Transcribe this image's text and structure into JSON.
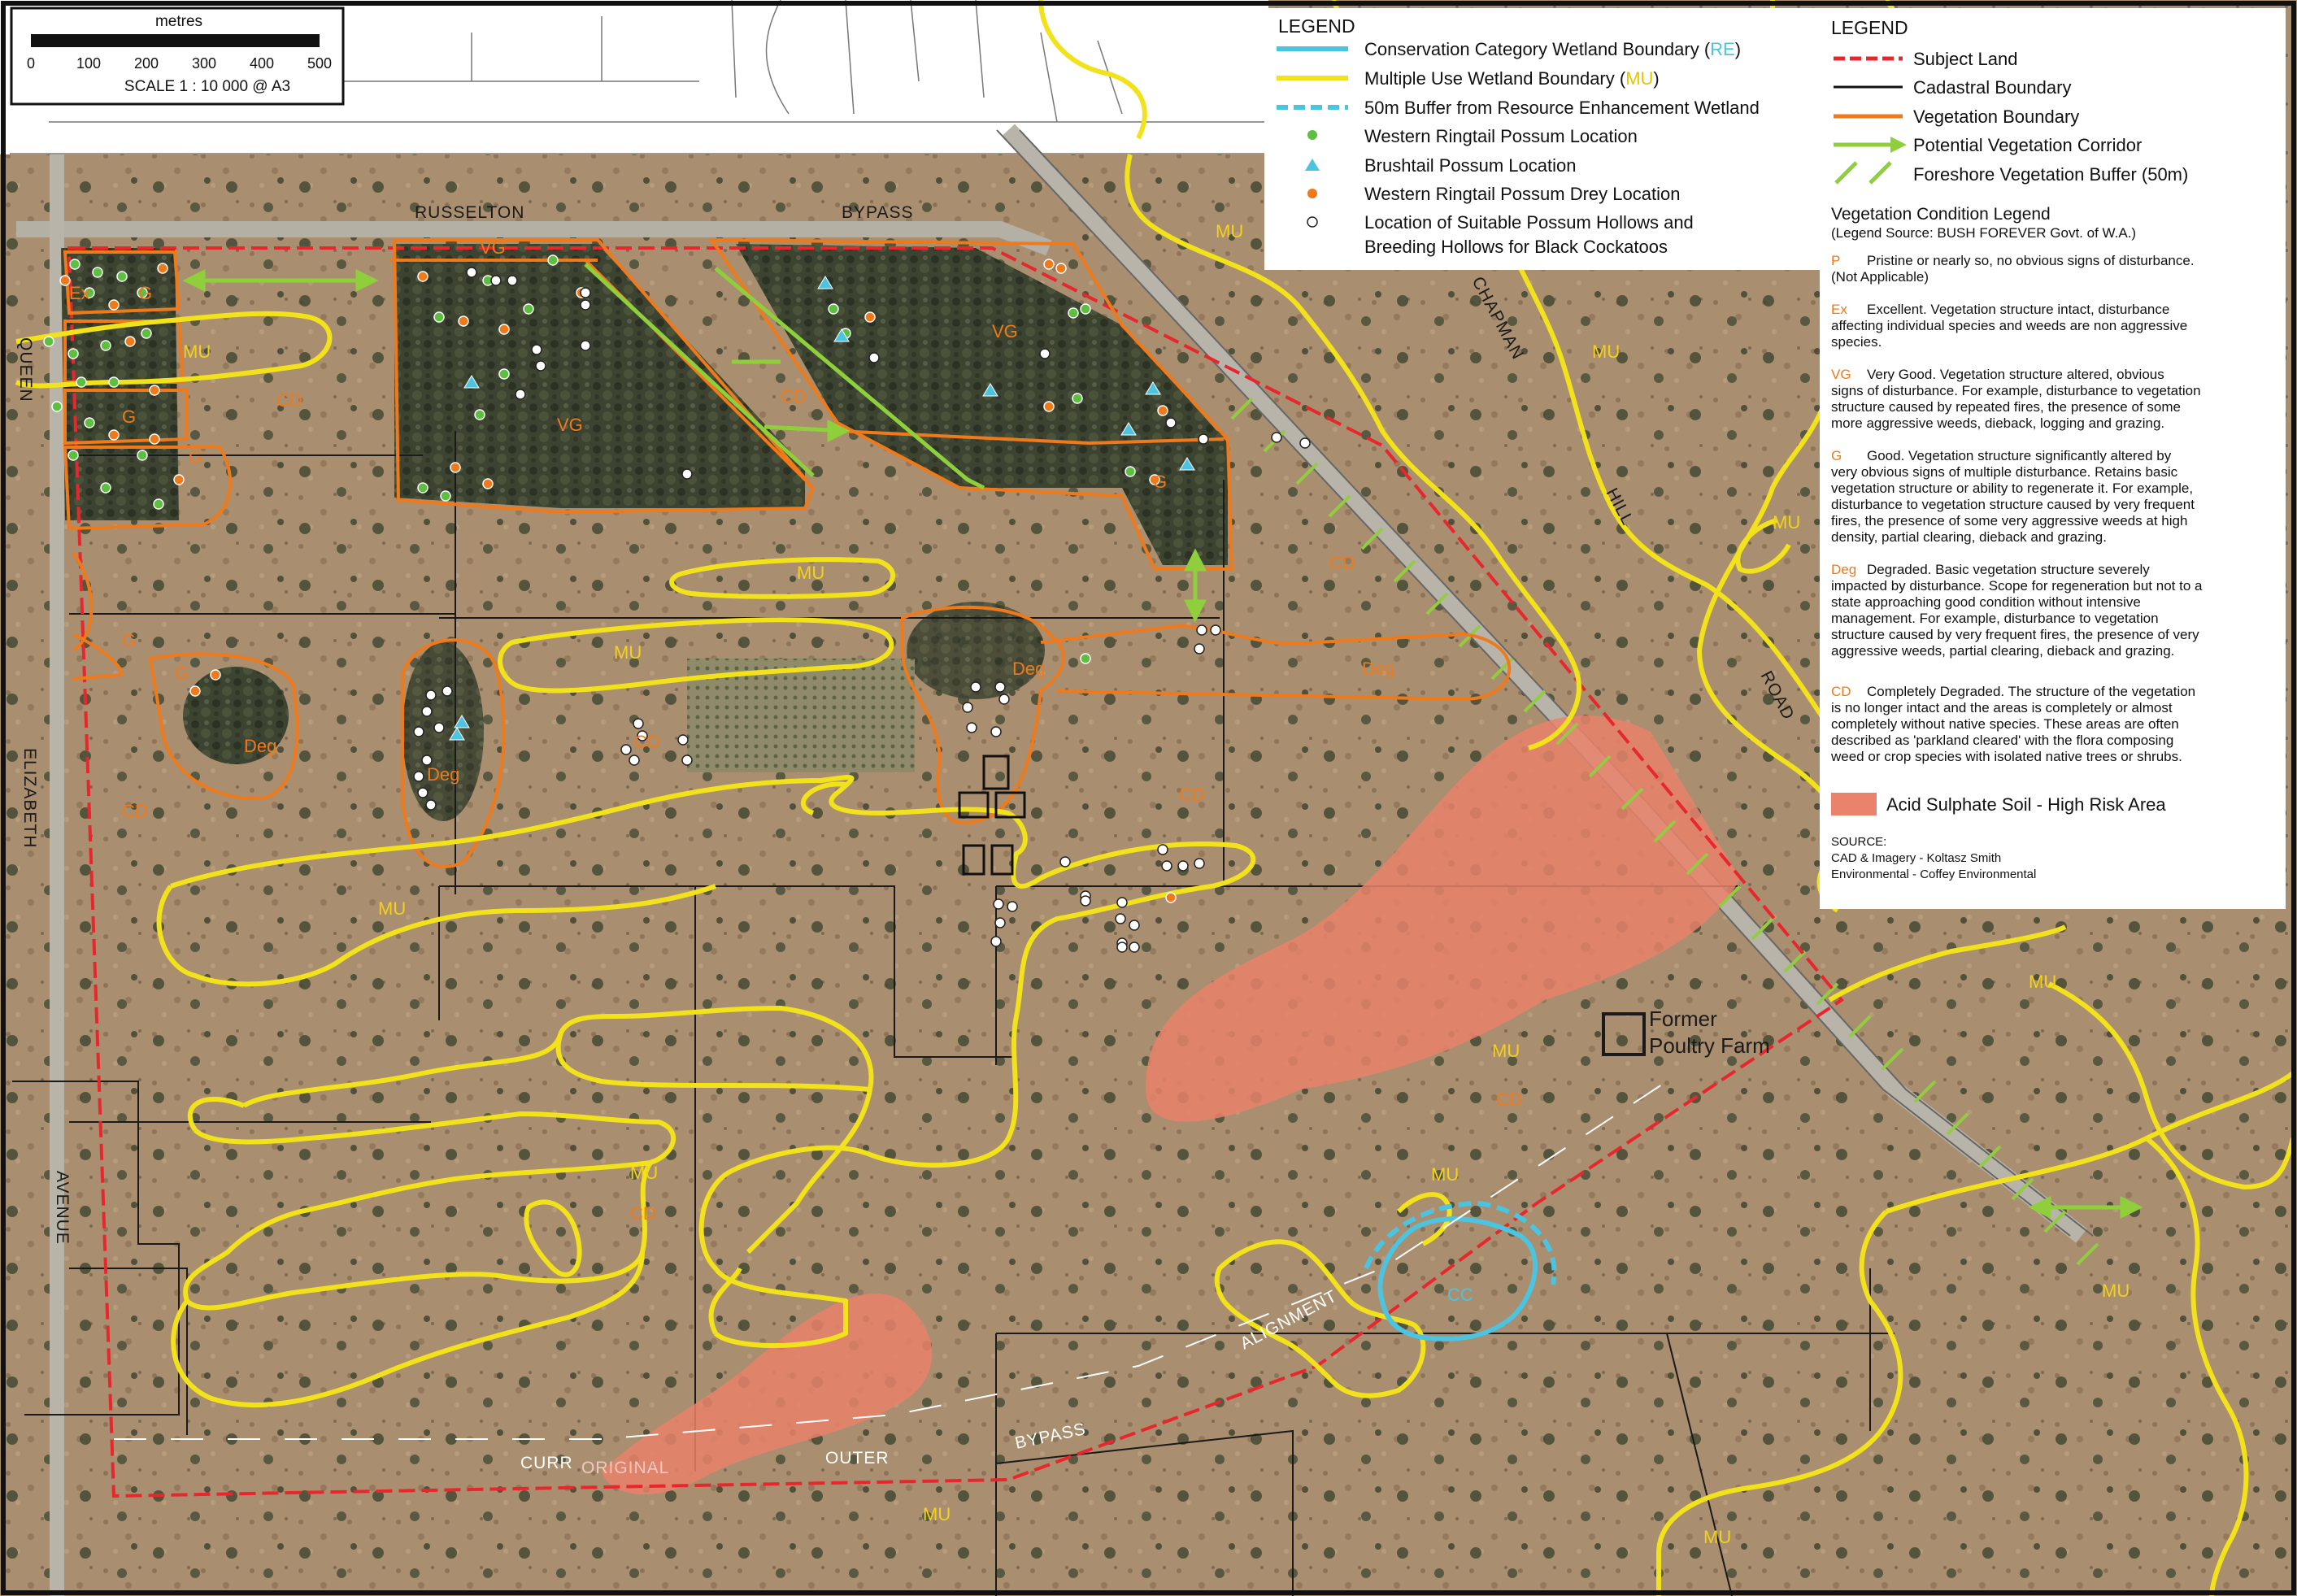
{
  "scale_box": {
    "unit": "metres",
    "ticks": [
      "0",
      "100",
      "200",
      "300",
      "400",
      "500"
    ],
    "scale_text": "SCALE  1 : 10 000  @ A3"
  },
  "roads": {
    "russelton": "RUSSELTON",
    "bypass": "BYPASS",
    "chapman": "CHAPMAN",
    "hill": "HILL",
    "road": "ROAD",
    "queen": "QUEEN",
    "elizabeth": "ELIZABETH",
    "avenue": "AVENUE",
    "curr": "CURR",
    "original": "ORIGINAL",
    "outer": "OUTER",
    "bypass2": "BYPASS",
    "alignment": "ALIGNMENT"
  },
  "map_labels": {
    "mu": "MU",
    "cd": "CD",
    "vg": "VG",
    "g": "G",
    "deg": "Deg",
    "ex": "Ex",
    "cc": "CC",
    "former_poultry_1": "Former",
    "former_poultry_2": "Poultry Farm"
  },
  "legend_left": {
    "title": "LEGEND",
    "items": [
      {
        "label_a": "Conservation Category Wetland Boundary (",
        "code": "RE",
        "label_b": ")",
        "symbol": "cyan-line",
        "color": "#4cc3df"
      },
      {
        "label_a": "Multiple Use Wetland Boundary (",
        "code": "MU",
        "label_b": ")",
        "symbol": "yellow-line",
        "color": "#f2e21b"
      },
      {
        "label_a": "50m Buffer from Resource Enhancement Wetland",
        "symbol": "cyan-dashed-line",
        "color": "#4cc3df"
      },
      {
        "label_a": "Western Ringtail Possum Location",
        "symbol": "green-dot",
        "color": "#5cbf3f"
      },
      {
        "label_a": "Brushtail Possum Location",
        "symbol": "cyan-triangle",
        "color": "#4cc3df"
      },
      {
        "label_a": "Western Ringtail Possum Drey Location",
        "symbol": "orange-dot",
        "color": "#ee7a1c"
      },
      {
        "label_a": "Location of Suitable Possum Hollows and",
        "label_c": "Breeding Hollows for Black Cockatoos",
        "symbol": "white-circle",
        "color": "#ffffff"
      }
    ]
  },
  "legend_right": {
    "title": "LEGEND",
    "items": [
      {
        "label": "Subject Land",
        "symbol": "red-dashed-line",
        "color": "#e8262e"
      },
      {
        "label": "Cadastral Boundary",
        "symbol": "black-line",
        "color": "#111111"
      },
      {
        "label": "Vegetation Boundary",
        "symbol": "orange-line",
        "color": "#ee7a1c"
      },
      {
        "label": "Potential Vegetation Corridor",
        "symbol": "green-arrow",
        "color": "#8fcf3c"
      },
      {
        "label": "Foreshore Vegetation Buffer (50m)",
        "symbol": "green-hatch",
        "color": "#8fcf3c"
      }
    ],
    "veg_title": "Vegetation Condition Legend",
    "veg_source": "(Legend Source: BUSH FOREVER Govt. of W.A.)",
    "conditions": [
      {
        "code": "P",
        "lines": [
          "Pristine or nearly so, no obvious signs of disturbance.",
          "(Not Applicable)"
        ]
      },
      {
        "code": "Ex",
        "lines": [
          "Excellent. Vegetation structure intact, disturbance",
          "affecting individual species and weeds are non aggressive",
          "species."
        ]
      },
      {
        "code": "VG",
        "lines": [
          "Very Good. Vegetation structure altered, obvious",
          "signs of disturbance.  For example, disturbance to vegetation",
          "structure caused by repeated fires, the presence of some",
          "more aggressive weeds, dieback, logging and grazing."
        ]
      },
      {
        "code": "G",
        "lines": [
          "Good. Vegetation structure significantly altered by",
          "very obvious signs of multiple disturbance. Retains basic",
          "vegetation structure or ability to regenerate it. For example,",
          "disturbance to vegetation structure caused by very frequent",
          "fires, the presence of some very aggressive weeds at high",
          "density, partial clearing, dieback and grazing."
        ]
      },
      {
        "code": "Deg",
        "lines": [
          "Degraded. Basic vegetation structure severely",
          "impacted by disturbance. Scope for regeneration but not to a",
          "state approaching good condition without intensive",
          "management. For example, disturbance to vegetation",
          "structure caused by very frequent fires, the presence of very",
          "aggressive weeds, partial clearing, dieback and grazing."
        ]
      },
      {
        "code": "CD",
        "lines": [
          "Completely Degraded. The structure of the vegetation",
          "is no longer intact and the areas is completely or almost",
          "completely without native species.  These areas are often",
          "described as 'parkland cleared' with the flora composing",
          "weed or crop species with isolated native trees or shrubs."
        ]
      }
    ],
    "acid_label": "Acid Sulphate Soil - High Risk Area",
    "acid_color": "#e9836b",
    "source_lines": [
      "SOURCE:",
      "CAD & Imagery - Koltasz Smith",
      "Environmental - Coffey Environmental"
    ]
  }
}
